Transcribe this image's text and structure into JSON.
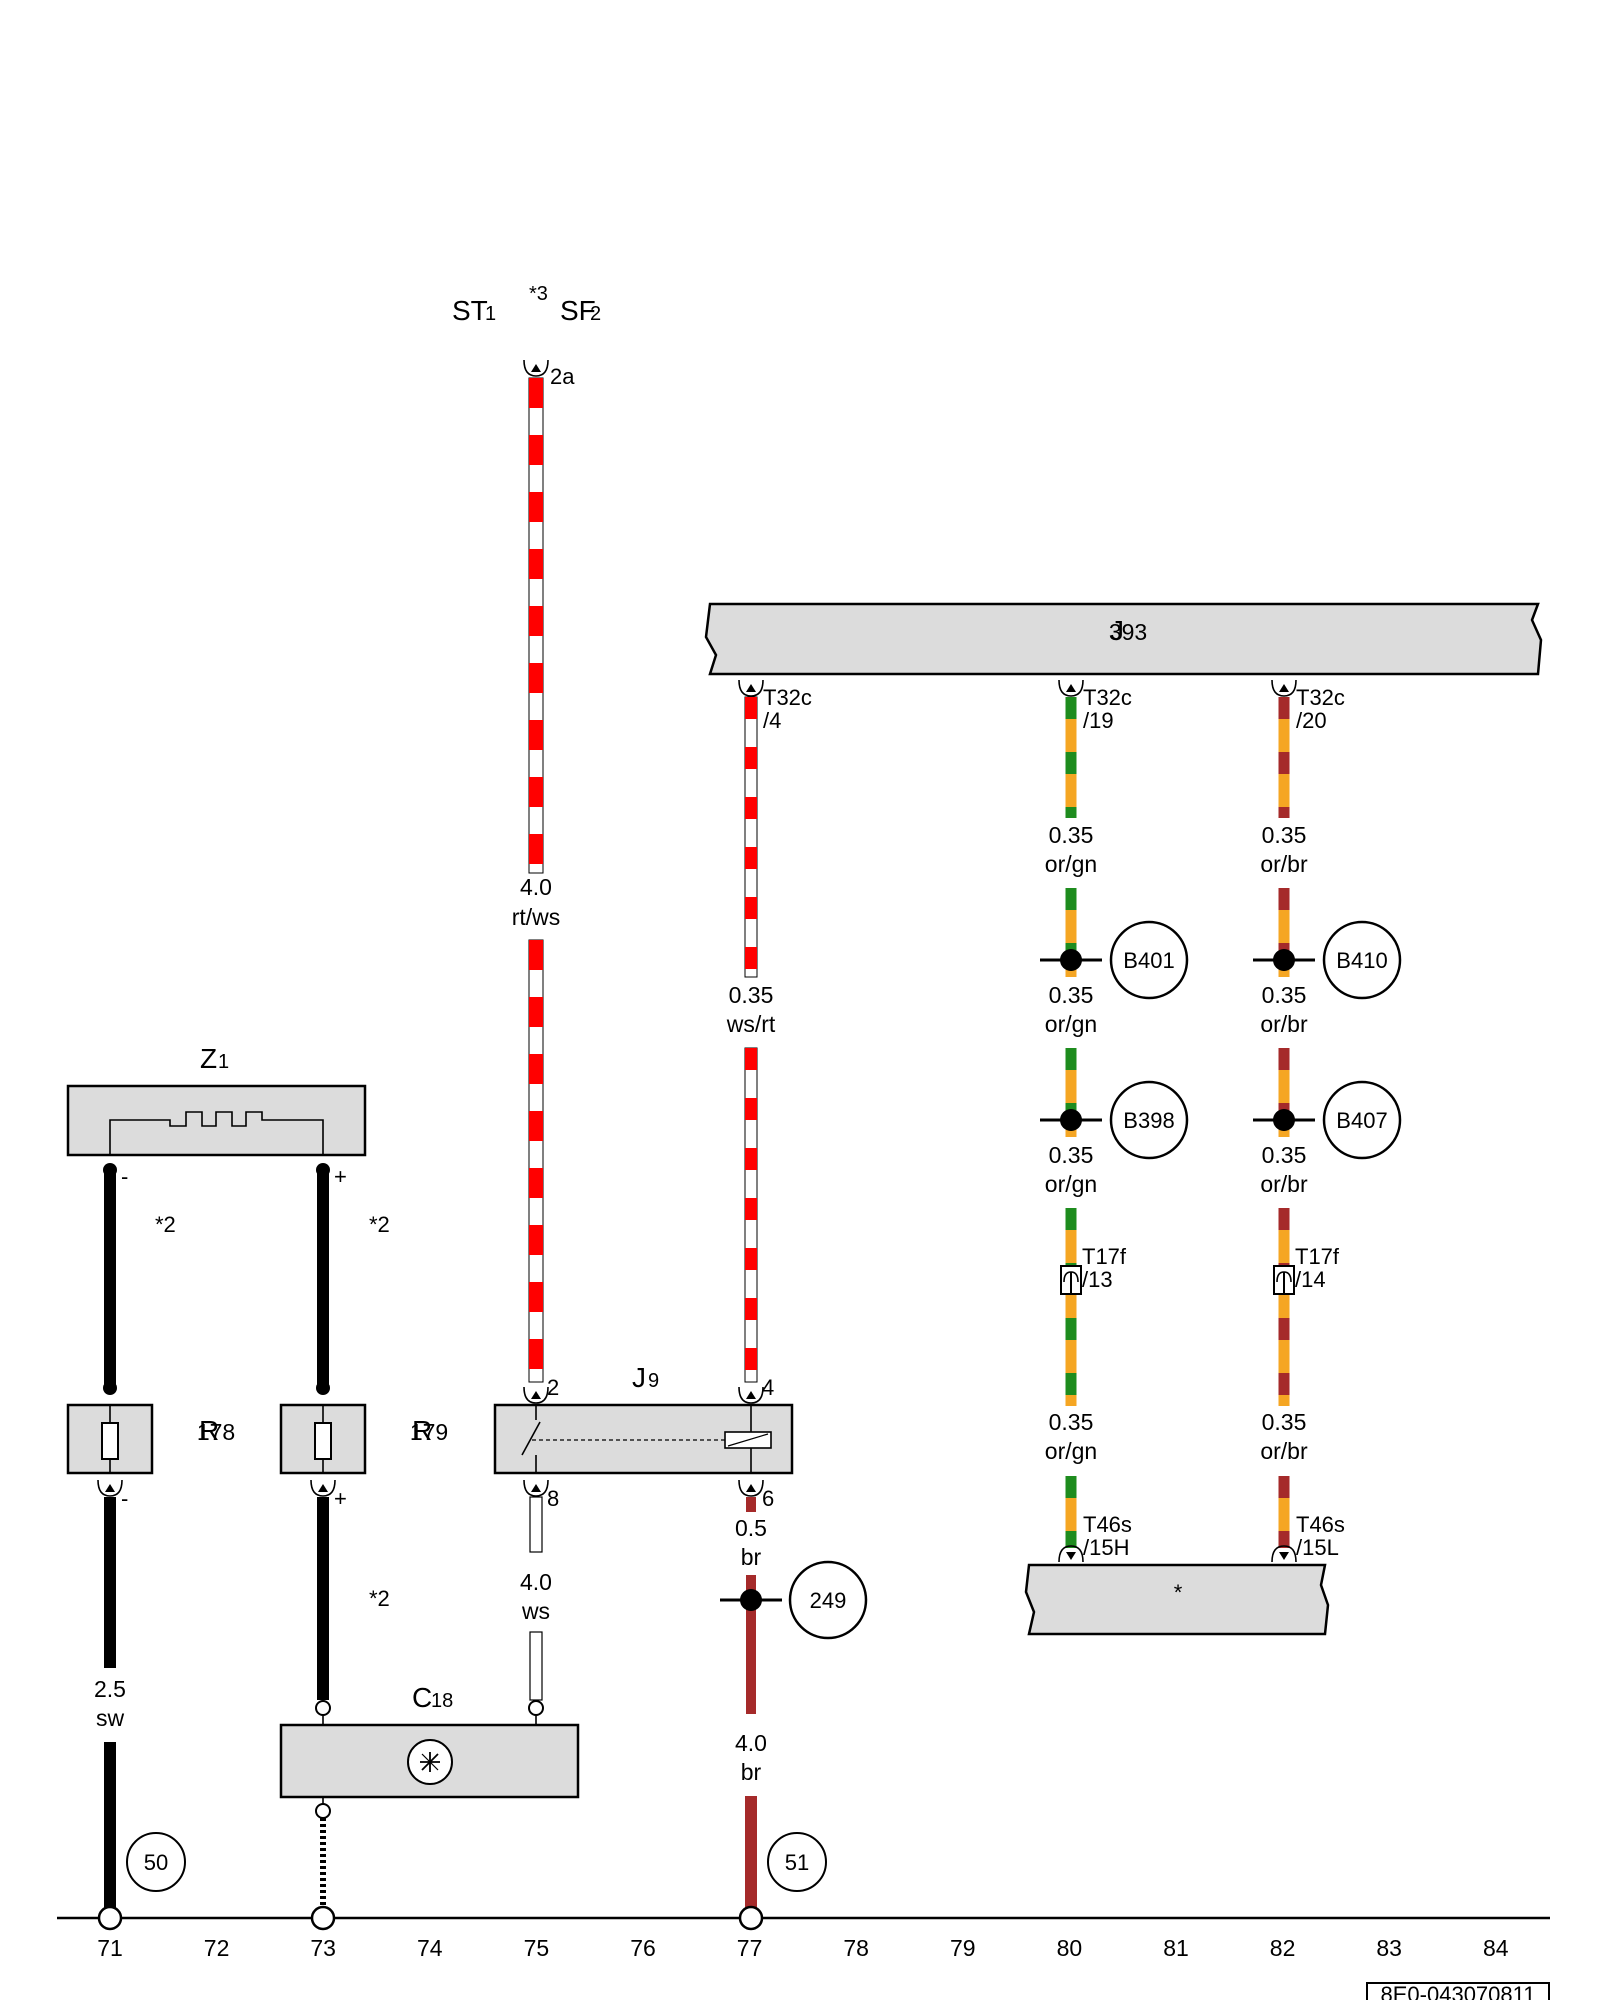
{
  "colors": {
    "rt": "#ff0000",
    "ws": "#ffffff",
    "sw": "#000000",
    "br": "#a52a2a",
    "or": "#f5a623",
    "gn": "#1e8c1e",
    "component_fill": "#dcdcdc"
  },
  "top_source": {
    "st": "ST",
    "st_sub": "1",
    "note": "*3",
    "sf": "SF",
    "sf_sub": "2",
    "pin": "2a"
  },
  "components": {
    "j393": {
      "name": "J",
      "sub": "393"
    },
    "z1": {
      "name": "Z",
      "sub": "1"
    },
    "r178": {
      "name": "R",
      "sub": "178"
    },
    "r179": {
      "name": "R",
      "sub": "179"
    },
    "j9": {
      "name": "J",
      "sub": "9"
    },
    "c18": {
      "name": "C",
      "sub": "18"
    },
    "bottom_unit": {
      "name": "*"
    }
  },
  "pins": {
    "t32c_4_a": "T32c",
    "t32c_4_b": "/4",
    "t32c_19_a": "T32c",
    "t32c_19_b": "/19",
    "t32c_20_a": "T32c",
    "t32c_20_b": "/20",
    "t17f_13_a": "T17f",
    "t17f_13_b": "/13",
    "t17f_14_a": "T17f",
    "t17f_14_b": "/14",
    "t46s_15h_a": "T46s",
    "t46s_15h_b": "/15H",
    "t46s_15l_a": "T46s",
    "t46s_15l_b": "/15L",
    "j9_pin2": "2",
    "j9_pin4": "4",
    "j9_pin8": "8",
    "j9_pin6": "6",
    "z1_minus": "-",
    "z1_plus": "+",
    "r178_minus": "-",
    "r179_plus": "+"
  },
  "notes": {
    "star2": "*2"
  },
  "wires": {
    "w75_top": {
      "size": "4.0",
      "color": "rt/ws"
    },
    "w77_top": {
      "size": "0.35",
      "color": "ws/rt"
    },
    "w80_1": {
      "size": "0.35",
      "color": "or/gn"
    },
    "w80_2": {
      "size": "0.35",
      "color": "or/gn"
    },
    "w80_3": {
      "size": "0.35",
      "color": "or/gn"
    },
    "w80_4": {
      "size": "0.35",
      "color": "or/gn"
    },
    "w82_1": {
      "size": "0.35",
      "color": "or/br"
    },
    "w82_2": {
      "size": "0.35",
      "color": "or/br"
    },
    "w82_3": {
      "size": "0.35",
      "color": "or/br"
    },
    "w82_4": {
      "size": "0.35",
      "color": "or/br"
    },
    "w75_bot": {
      "size": "4.0",
      "color": "ws"
    },
    "w77_mid": {
      "size": "0.5",
      "color": "br"
    },
    "w77_bot": {
      "size": "4.0",
      "color": "br"
    },
    "w71": {
      "size": "2.5",
      "color": "sw"
    }
  },
  "connectors": {
    "b401": "B401",
    "b410": "B410",
    "b398": "B398",
    "b407": "B407",
    "c249": "249"
  },
  "ground_points": {
    "g50": "50",
    "g51": "51"
  },
  "column_numbers": [
    "71",
    "72",
    "73",
    "74",
    "75",
    "76",
    "77",
    "78",
    "79",
    "80",
    "81",
    "82",
    "83",
    "84"
  ],
  "doc_code": "8E0-043070811"
}
